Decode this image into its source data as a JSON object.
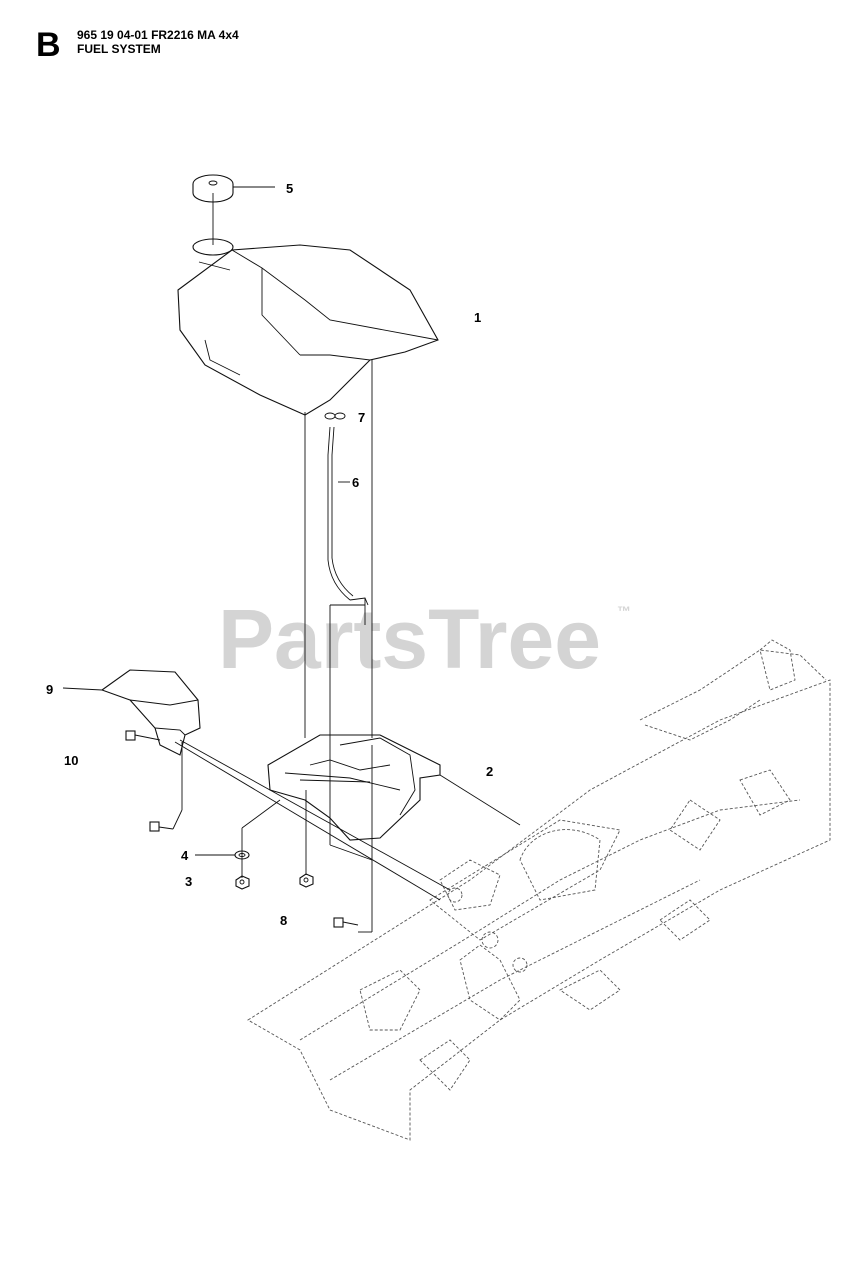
{
  "header": {
    "section_letter": "B",
    "model_line": "965 19 04-01 FR2216 MA 4x4",
    "section_title": "FUEL SYSTEM"
  },
  "watermark": {
    "text": "PartsTree",
    "trademark": "™"
  },
  "callouts": {
    "c1": "1",
    "c2": "2",
    "c3": "3",
    "c4": "4",
    "c5": "5",
    "c6": "6",
    "c7": "7",
    "c8": "8",
    "c9": "9",
    "c10": "10"
  }
}
